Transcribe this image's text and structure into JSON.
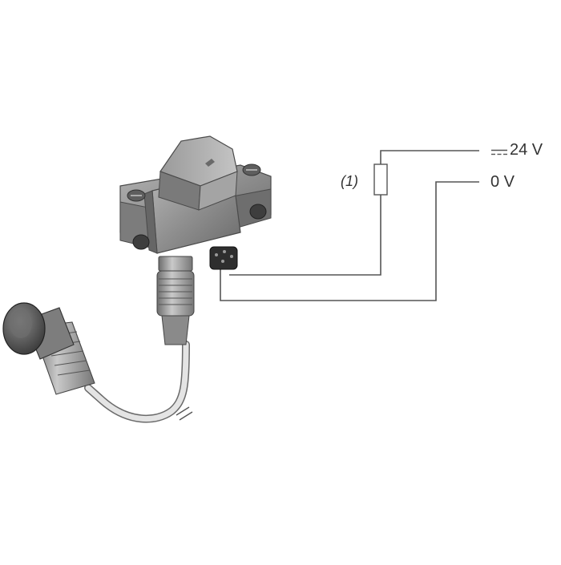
{
  "labels": {
    "fuse": "(1)",
    "supply_positive": "24 V",
    "supply_zero": "0 V"
  },
  "icons": {
    "dc_symbol": "dc-current-symbol"
  },
  "colors": {
    "wire": "#555555",
    "housing": "#8c8c8c",
    "housing_dark": "#5a5a5a",
    "housing_light": "#b8b8b8",
    "cable": "#d9d9d9"
  }
}
